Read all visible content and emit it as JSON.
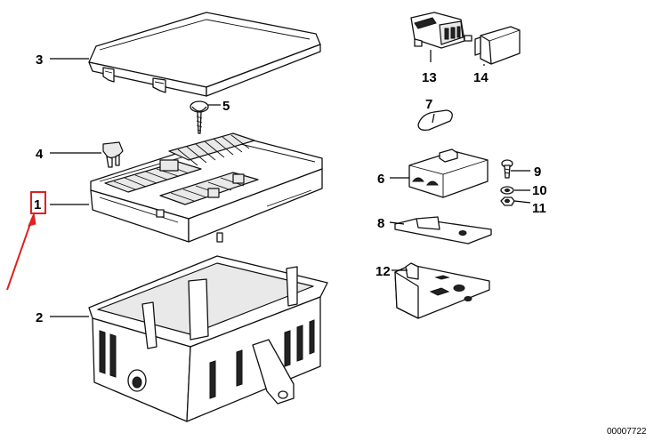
{
  "callouts": {
    "c1": "1",
    "c2": "2",
    "c3": "3",
    "c4": "4",
    "c5": "5",
    "c6": "6",
    "c7": "7",
    "c8": "8",
    "c9": "9",
    "c10": "10",
    "c11": "11",
    "c12": "12",
    "c13": "13",
    "c14": "14"
  },
  "reference_number": "00007722",
  "highlight": {
    "callout": "1",
    "color": "#e02020"
  },
  "colors": {
    "line": "#111111",
    "background": "#ffffff",
    "arrow": "#e02020"
  }
}
